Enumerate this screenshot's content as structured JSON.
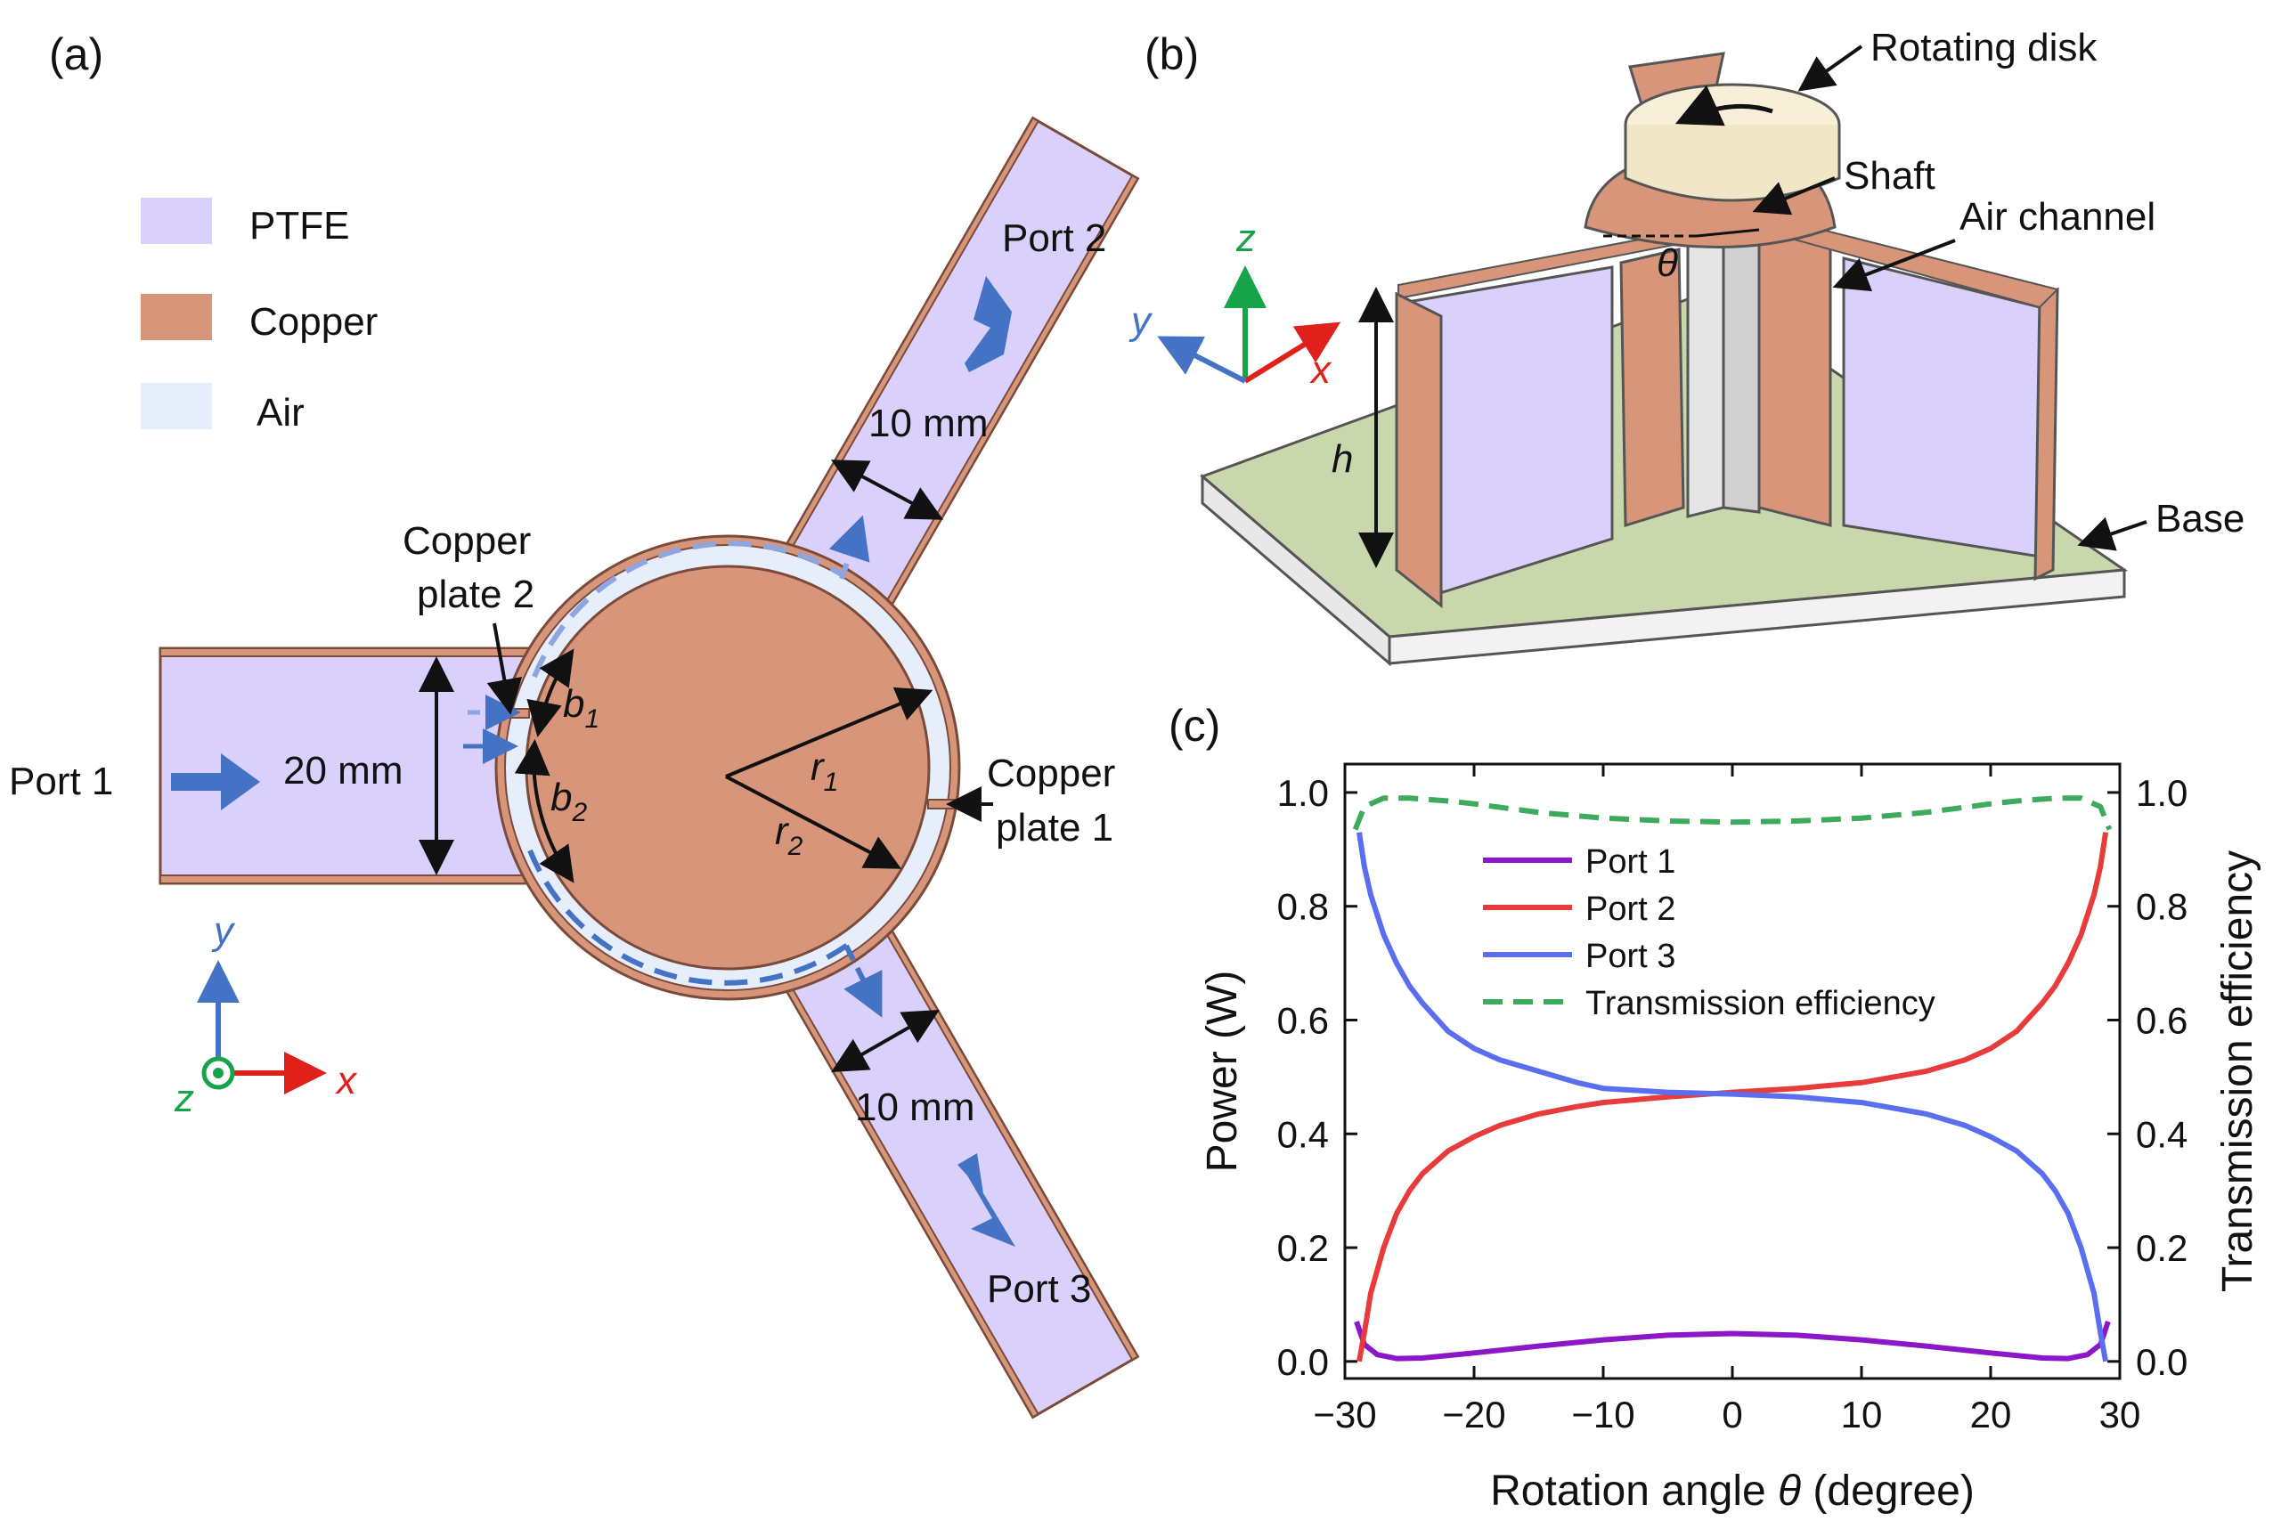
{
  "panels": {
    "a": "(a)",
    "b": "(b)",
    "c": "(c)"
  },
  "legend_a": {
    "ptfe": "PTFE",
    "copper": "Copper",
    "air": "Air"
  },
  "colors": {
    "ptfe": "#d9d1fb",
    "copper": "#d7967a",
    "air": "#e6edfb",
    "base": "#c9d7ad",
    "arrow_blue": "#4472c4",
    "x_axis": "#e0201b",
    "y_axis": "#4472c4",
    "z_axis": "#16a34a"
  },
  "panel_a": {
    "port1": "Port 1",
    "port2": "Port 2",
    "port3": "Port 3",
    "dim_20": "20 mm",
    "dim_10a": "10 mm",
    "dim_10b": "10 mm",
    "copper_plate2_l1": "Copper",
    "copper_plate2_l2": "plate 2",
    "copper_plate1_l1": "Copper",
    "copper_plate1_l2": "plate 1",
    "b": "b",
    "b1_sub": "1",
    "b2_sub": "2",
    "r": "r",
    "r1_sub": "1",
    "r2_sub": "2",
    "axis_y": "y",
    "axis_x": "x",
    "axis_z": "z"
  },
  "panel_b": {
    "rotating_disk": "Rotating disk",
    "shaft": "Shaft",
    "air_channel": "Air channel",
    "base": "Base",
    "h": "h",
    "theta": "θ",
    "axis_x": "x",
    "axis_y": "y",
    "axis_z": "z"
  },
  "chart_data": {
    "type": "line",
    "xlabel_text": "Rotation angle ",
    "xlabel_sym": "θ",
    "xlabel_unit": " (degree)",
    "ylabel": "Power (W)",
    "y2label": "Transmission efficiency",
    "xlim": [
      -30,
      30
    ],
    "ylim": [
      -0.03,
      1.05
    ],
    "x_ticks": [
      -30,
      -20,
      -10,
      0,
      10,
      20,
      30
    ],
    "x_tick_labels": [
      "−30",
      "−20",
      "−10",
      "0",
      "10",
      "20",
      "30"
    ],
    "y_ticks": [
      0.0,
      0.2,
      0.4,
      0.6,
      0.8,
      1.0
    ],
    "y_tick_labels": [
      "0.0",
      "0.2",
      "0.4",
      "0.6",
      "0.8",
      "1.0"
    ],
    "legend_position": "upper-center",
    "grid": false,
    "series": [
      {
        "name": "Port 1",
        "color": "#8b17c9",
        "dash": "solid",
        "x": [
          -29.1,
          -28.5,
          -27.5,
          -26,
          -24,
          -20,
          -15,
          -10,
          -5,
          0,
          5,
          10,
          15,
          20,
          24,
          26,
          27.5,
          28.5,
          29.1
        ],
        "y": [
          0.07,
          0.03,
          0.012,
          0.005,
          0.006,
          0.015,
          0.027,
          0.038,
          0.046,
          0.049,
          0.046,
          0.038,
          0.027,
          0.015,
          0.006,
          0.005,
          0.012,
          0.03,
          0.07
        ]
      },
      {
        "name": "Port 2",
        "color": "#e83b3b",
        "dash": "solid",
        "x": [
          -28.9,
          -28.5,
          -28,
          -27,
          -26,
          -25,
          -24,
          -22,
          -20,
          -18,
          -15,
          -12,
          -10,
          -5,
          0,
          5,
          10,
          15,
          18,
          20,
          22,
          24,
          25,
          26,
          27,
          28,
          28.5,
          28.9
        ],
        "y": [
          0.0,
          0.05,
          0.12,
          0.2,
          0.26,
          0.3,
          0.33,
          0.37,
          0.395,
          0.415,
          0.435,
          0.448,
          0.455,
          0.465,
          0.473,
          0.48,
          0.49,
          0.51,
          0.53,
          0.55,
          0.58,
          0.63,
          0.66,
          0.7,
          0.75,
          0.82,
          0.87,
          0.93
        ]
      },
      {
        "name": "Port 3",
        "color": "#5a6ef0",
        "dash": "solid",
        "x": [
          -28.9,
          -28.5,
          -28,
          -27,
          -26,
          -25,
          -24,
          -22,
          -20,
          -18,
          -15,
          -12,
          -10,
          -5,
          0,
          5,
          10,
          15,
          18,
          20,
          22,
          24,
          25,
          26,
          27,
          28,
          28.5,
          28.9
        ],
        "y": [
          0.93,
          0.87,
          0.82,
          0.75,
          0.7,
          0.66,
          0.63,
          0.58,
          0.55,
          0.53,
          0.51,
          0.49,
          0.48,
          0.473,
          0.47,
          0.465,
          0.455,
          0.435,
          0.415,
          0.395,
          0.37,
          0.33,
          0.3,
          0.26,
          0.2,
          0.12,
          0.05,
          0.0
        ]
      },
      {
        "name": "Transmission efficiency",
        "color": "#3daa5c",
        "dash": "dashed",
        "x": [
          -29.2,
          -28.5,
          -27,
          -25,
          -22,
          -20,
          -15,
          -10,
          -5,
          0,
          5,
          10,
          15,
          20,
          22,
          25,
          27,
          28.5,
          29.2
        ],
        "y": [
          0.935,
          0.975,
          0.99,
          0.99,
          0.985,
          0.98,
          0.965,
          0.955,
          0.95,
          0.948,
          0.95,
          0.955,
          0.965,
          0.98,
          0.985,
          0.99,
          0.99,
          0.975,
          0.935
        ]
      }
    ]
  }
}
